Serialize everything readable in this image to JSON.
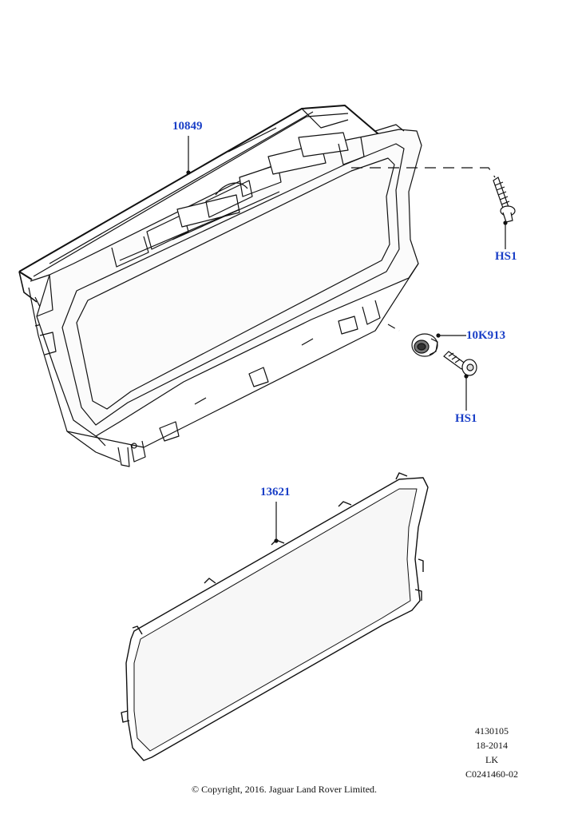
{
  "callouts": {
    "instrument_cluster": "10849",
    "screw_top": "HS1",
    "grommet": "10K913",
    "screw_bottom": "HS1",
    "lens": "13621"
  },
  "meta": {
    "line1": "4130105",
    "line2": "18-2014",
    "line3": "LK",
    "line4": "C0241460-02"
  },
  "copyright": "© Copyright, 2016. Jaguar Land Rover Limited.",
  "colors": {
    "label": "#1a3fc7",
    "line": "#111111",
    "fill_light": "#f4f4f4",
    "fill_dark": "#222222"
  }
}
